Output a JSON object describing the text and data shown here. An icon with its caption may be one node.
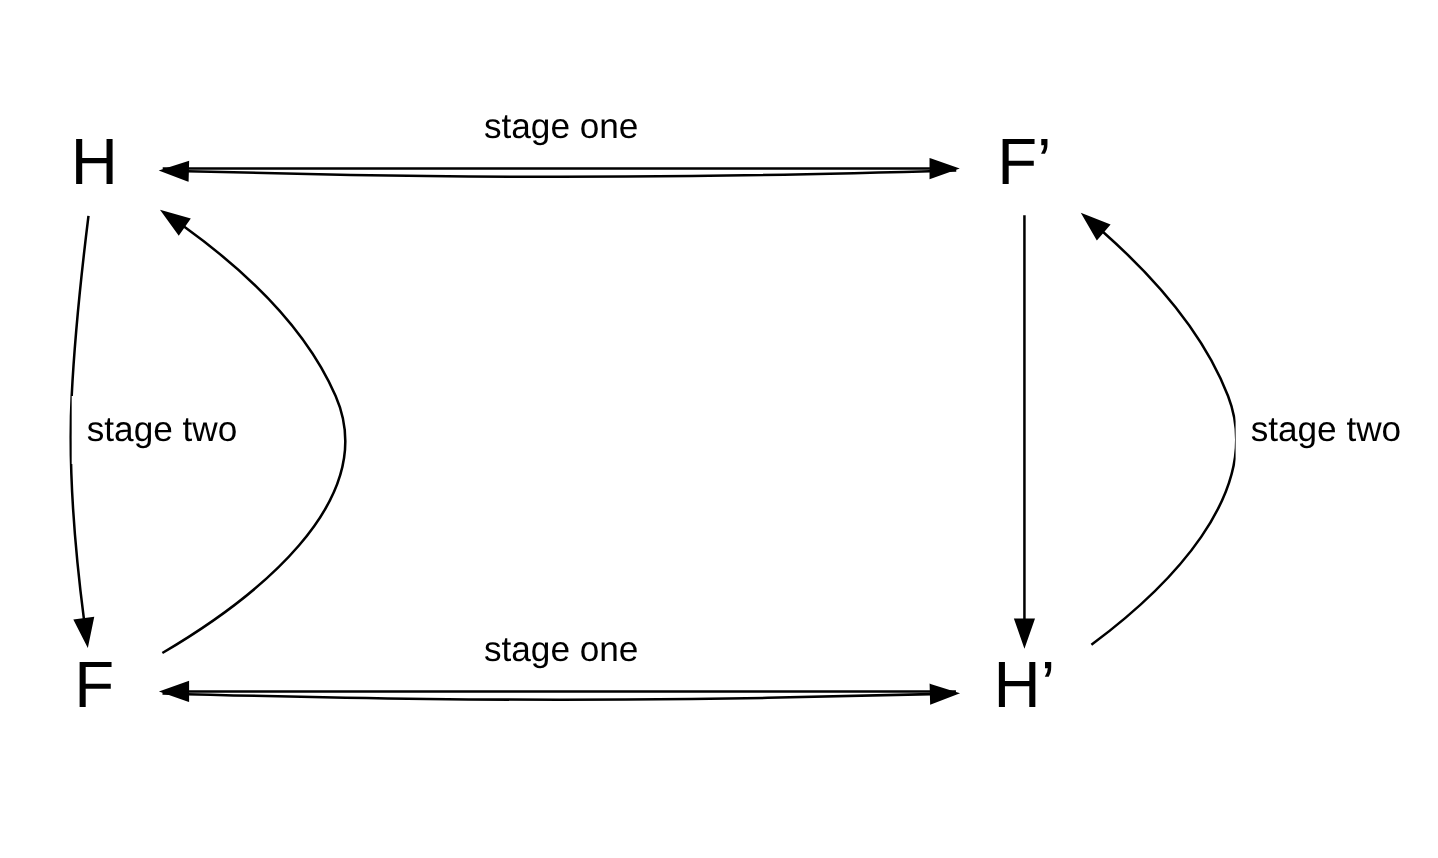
{
  "diagram": {
    "nodes": [
      {
        "text": [
          "H"
        ]
      },
      {
        "text": [
          "F’"
        ]
      },
      {
        "text": [
          "F"
        ]
      },
      {
        "text": [
          "H’"
        ]
      }
    ],
    "edges": [
      {
        "from": 0,
        "to": 1,
        "arrow": "to",
        "label": "stage one"
      },
      {
        "from": 1,
        "to": 0,
        "arrow": "to"
      },
      {
        "from": 0,
        "to": 2,
        "arrow": "to",
        "label": "stage two"
      },
      {
        "from": 2,
        "to": 0,
        "arrow": "to"
      },
      {
        "from": 1,
        "to": 3,
        "arrow": "to"
      },
      {
        "from": 3,
        "to": 1,
        "arrow": "to",
        "label": "stage two"
      },
      {
        "from": 2,
        "to": 3,
        "arrow": "to"
      },
      {
        "from": 3,
        "to": 2,
        "arrow": "to",
        "label": "stage one"
      }
    ]
  }
}
